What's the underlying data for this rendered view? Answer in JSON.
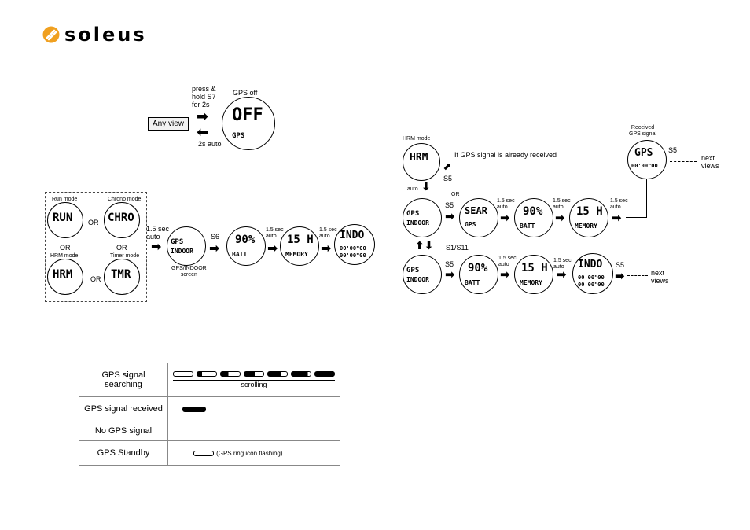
{
  "logo": {
    "text": "soleus"
  },
  "top_flow": {
    "any_view": "Any view",
    "press_hold": [
      "press &",
      "hold S7",
      "for 2s"
    ],
    "auto_back": "2s auto",
    "gps_off_label": "GPS off",
    "lcd_main": "OFF",
    "lcd_sub": "GPS"
  },
  "left_flow": {
    "modes": [
      {
        "label": "Run mode",
        "lcd": "RUN"
      },
      {
        "label": "Chrono mode",
        "lcd": "CHRO"
      },
      {
        "label": "HRM mode",
        "lcd": "HRM"
      },
      {
        "label": "Timer mode",
        "lcd": "TMR"
      }
    ],
    "or": "OR",
    "auto_label": [
      "1.5 sec",
      "auto"
    ],
    "gps_indoor_caption": [
      "GPS/INDOOR",
      "screen"
    ],
    "s6": "S6",
    "auto_small": [
      "1.5 sec",
      "auto"
    ],
    "screens": [
      {
        "main": "GPS",
        "sub": "INDOOR"
      },
      {
        "main": "90%",
        "sub": "BATT"
      },
      {
        "main": "15 H",
        "sub": "MEMORY"
      },
      {
        "main": "INDO",
        "sub": "00'00\"00"
      }
    ]
  },
  "right_flow": {
    "hrm_mode_label": "HRM mode",
    "hrm_lcd": "HRM",
    "auto": "auto",
    "if_received": "If GPS signal is already received",
    "received_label": [
      "Received",
      "GPS signal"
    ],
    "s5": "S5",
    "or": "OR",
    "s1_s11": "S1/S11",
    "next_views": [
      "next",
      "views"
    ],
    "auto_small": [
      "1.5 sec",
      "auto"
    ],
    "gps_received_lcd": {
      "main": "GPS",
      "sub": "00'00\"00"
    },
    "row1": [
      {
        "main": "GPS",
        "sub": "INDOOR"
      },
      {
        "main": "SEAR",
        "sub": "GPS"
      },
      {
        "main": "90%",
        "sub": "BATT"
      },
      {
        "main": "15 H",
        "sub": "MEMORY"
      }
    ],
    "row2": [
      {
        "main": "GPS",
        "sub": "INDOOR"
      },
      {
        "main": "90%",
        "sub": "BATT"
      },
      {
        "main": "15 H",
        "sub": "MEMORY"
      },
      {
        "main": "INDO",
        "sub": "00'00\"00"
      }
    ]
  },
  "gps_table": {
    "rows": [
      {
        "name": "GPS signal searching",
        "note": "scrolling"
      },
      {
        "name": "GPS signal received",
        "note": ""
      },
      {
        "name": "No GPS signal",
        "note": ""
      },
      {
        "name": "GPS Standby",
        "note": "(GPS ring icon flashing)"
      }
    ]
  }
}
